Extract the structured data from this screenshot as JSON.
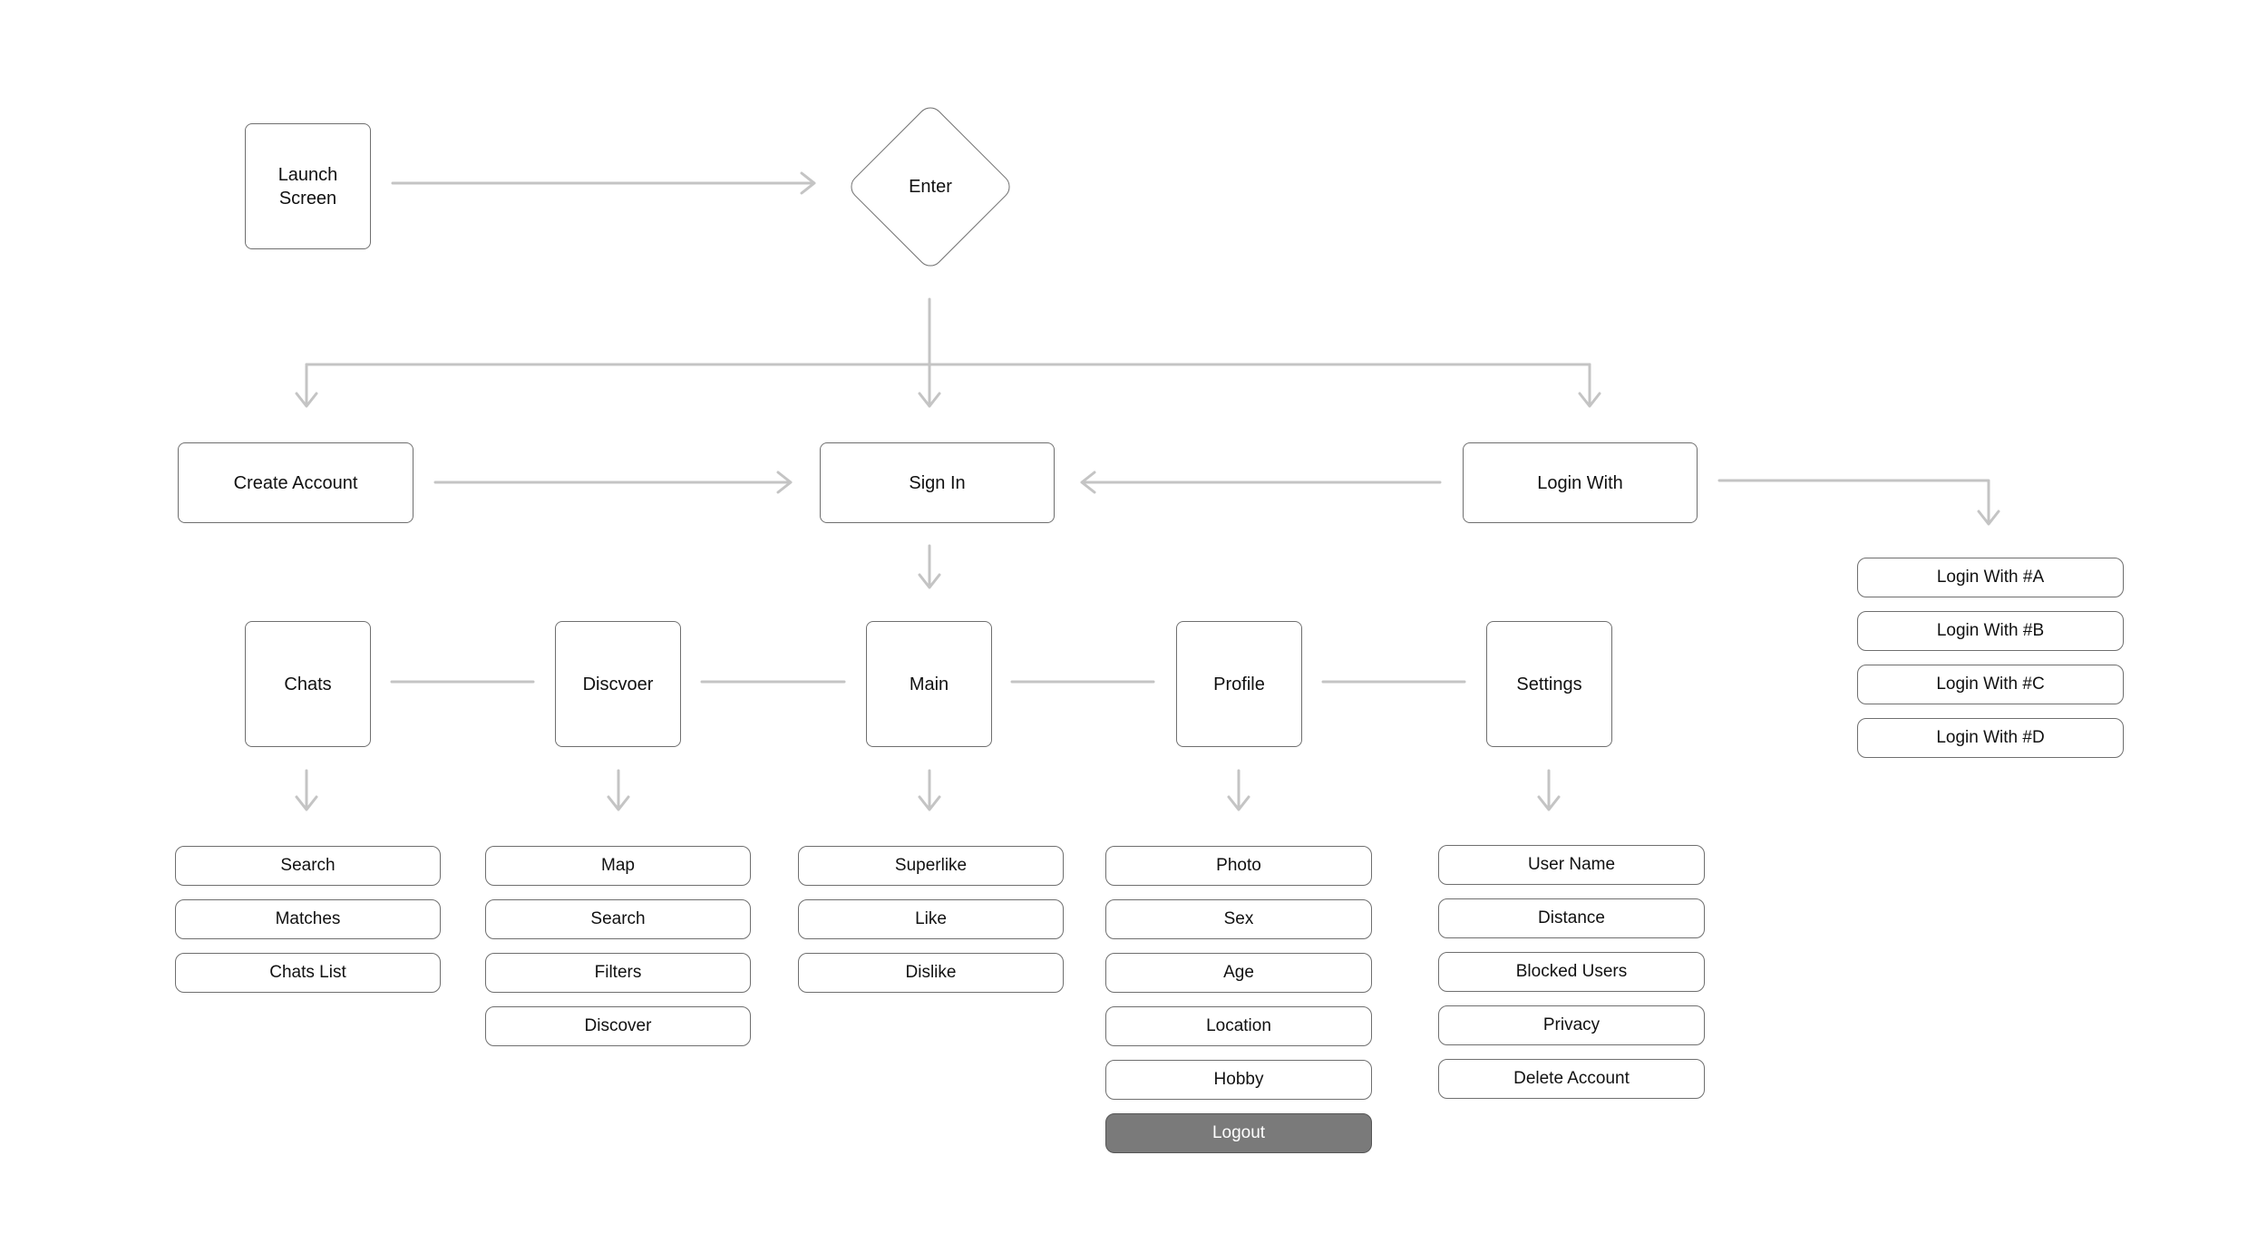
{
  "launch": {
    "lines": [
      "Launch",
      "Screen"
    ]
  },
  "enter": "Enter",
  "auth": {
    "create_account": "Create Account",
    "sign_in": "Sign In",
    "login_with": "Login With"
  },
  "login_options": [
    "Login With #A",
    "Login With #B",
    "Login With #C",
    "Login With #D"
  ],
  "tabs": {
    "chats": {
      "label": "Chats",
      "items": [
        "Search",
        "Matches",
        "Chats List"
      ]
    },
    "discover": {
      "label": "Discvoer",
      "items": [
        "Map",
        "Search",
        "Filters",
        "Discover"
      ]
    },
    "main": {
      "label": "Main",
      "items": [
        "Superlike",
        "Like",
        "Dislike"
      ]
    },
    "profile": {
      "label": "Profile",
      "items": [
        "Photo",
        "Sex",
        "Age",
        "Location",
        "Hobby",
        "Logout"
      ]
    },
    "settings": {
      "label": "Settings",
      "items": [
        "User Name",
        "Distance",
        "Blocked Users",
        "Privacy",
        "Delete Account"
      ]
    }
  },
  "colors": {
    "line": "#c4c4c4",
    "border": "#6f6f6f",
    "logout_fill": "#7a7a7a"
  }
}
